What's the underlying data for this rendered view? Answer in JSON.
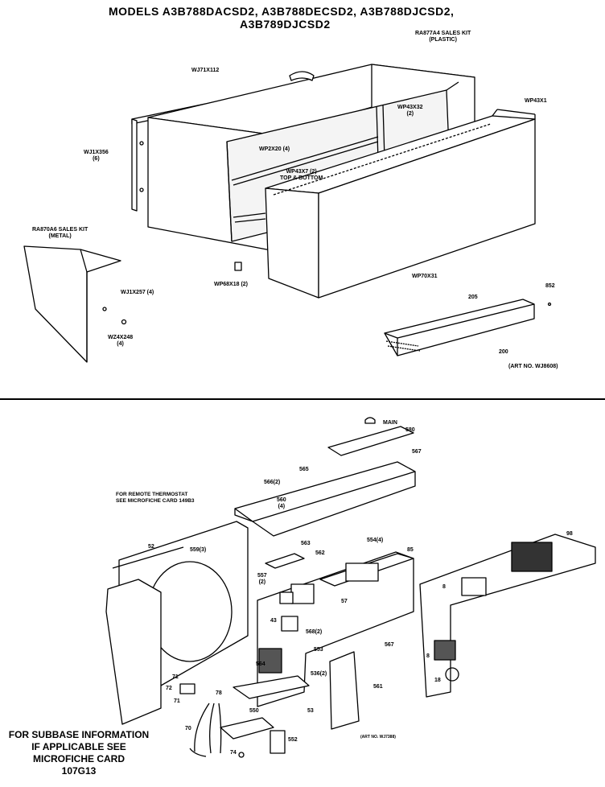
{
  "header": {
    "line1": "MODELS A3B788DACSD2, A3B788DECSD2, A3B788DJCSD2,",
    "line2": "A3B789DJCSD2"
  },
  "upper": {
    "kit_plastic_1": "RA877A4 SALES KIT",
    "kit_plastic_2": "(PLASTIC)",
    "wj71x112": "WJ71X112",
    "wp43x1": "WP43X1",
    "wp43x32_1": "WP43X32",
    "wp43x32_2": "(2)",
    "wj1x356_1": "WJ1X356",
    "wj1x356_2": "(6)",
    "wp2x20": "WP2X20 (4)",
    "wp43x7_1": "WP43X7 (2)",
    "wp43x7_2": "TOP & BOTTOM",
    "kit_metal_1": "RA870A6 SALES KIT",
    "kit_metal_2": "(METAL)",
    "wj1x257": "WJ1X257 (4)",
    "wz4x248_1": "WZ4X248",
    "wz4x248_2": "(4)",
    "wp68x18": "WP68X18 (2)",
    "wp70x31": "WP70X31",
    "n852": "852",
    "n205": "205",
    "n200": "200",
    "art_no": "(ART NO. WJ8608)"
  },
  "lower": {
    "remote_1": "FOR REMOTE THERMOSTAT",
    "remote_2": "SEE MICROFICHE CARD 149B3",
    "n_main": "MAIN",
    "n_580": "580",
    "n_567a": "567",
    "n_565": "565",
    "n_566": "566(2)",
    "n_560": "560",
    "n_4": "(4)",
    "n_52": "52",
    "n_559": "559(3)",
    "n_563": "563",
    "n_562": "562",
    "n_557": "557",
    "n_2": "(2)",
    "n_554": "554(4)",
    "n_85": "85",
    "n_98": "98",
    "n_57": "57",
    "n_43": "43",
    "n_568": "568(2)",
    "n_567b": "567",
    "n_564": "564",
    "n_553": "553",
    "n_536": "536(2)",
    "n_561": "561",
    "n_53": "53",
    "n_71a": "71",
    "n_72": "72",
    "n_71b": "71",
    "n_78": "78",
    "n_550": "550",
    "n_70": "70",
    "n_74": "74",
    "n_552": "552",
    "n_8a": "8",
    "n_8b": "8",
    "n_18": "18",
    "art_no2": "(ART NO. WJ7388)"
  },
  "subbase": {
    "line1": "FOR SUBBASE INFORMATION",
    "line2": "IF APPLICABLE SEE",
    "line3": "MICROFICHE CARD",
    "line4": "107G13"
  }
}
